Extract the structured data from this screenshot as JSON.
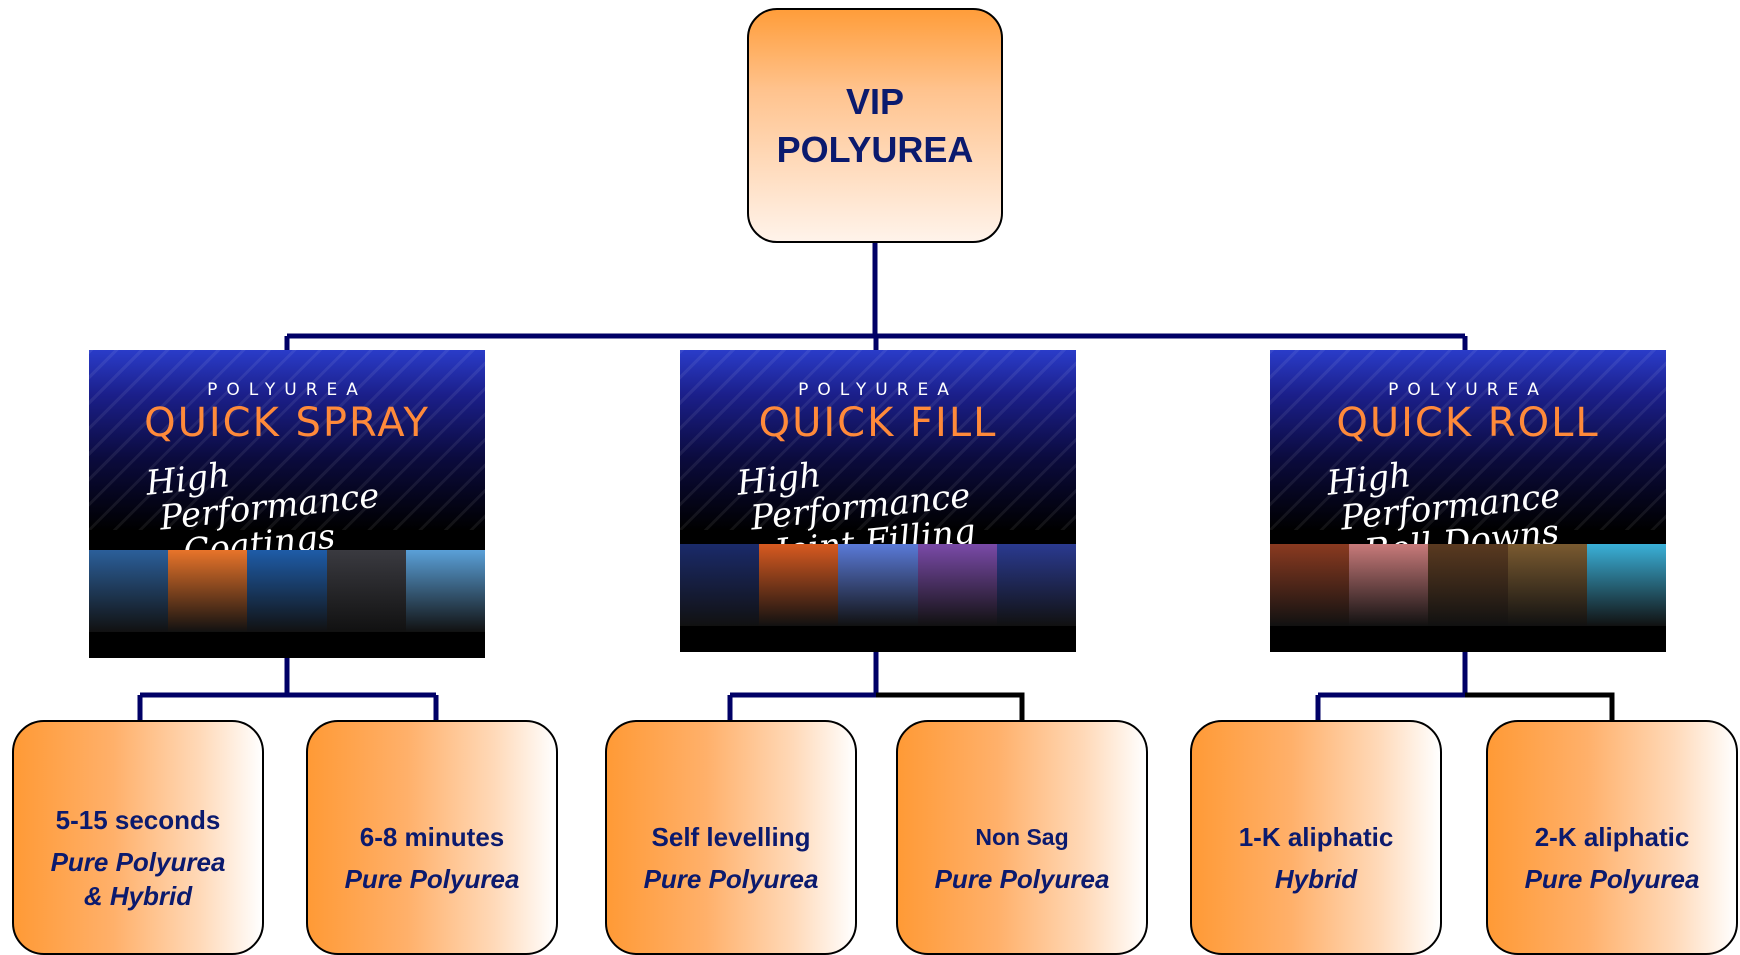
{
  "root": {
    "line1": "VIP",
    "line2": "POLYUREA"
  },
  "products": [
    {
      "kicker": "POLYUREA",
      "name": "QUICK SPRAY",
      "tagline": [
        "High",
        "Performance",
        "Coatings"
      ],
      "photo_colors": [
        "#2b5f9a",
        "#e8742a",
        "#1e5ca8",
        "#3a3a40",
        "#5aa0d8"
      ]
    },
    {
      "kicker": "POLYUREA",
      "name": "QUICK FILL",
      "tagline": [
        "High",
        "Performance",
        "Joint Filling"
      ],
      "photo_colors": [
        "#1a2a6a",
        "#d85a20",
        "#5a7ad8",
        "#7a4aa8",
        "#2a3a90"
      ]
    },
    {
      "kicker": "POLYUREA",
      "name": "QUICK ROLL",
      "tagline": [
        "High",
        "Performance",
        "Roll-Downs"
      ],
      "photo_colors": [
        "#8a3a20",
        "#c87a7a",
        "#5a3a20",
        "#7a5a30",
        "#3ab0d8"
      ]
    }
  ],
  "leaves": [
    {
      "line1": "5-15 seconds",
      "line2": "Pure Polyurea\n& Hybrid"
    },
    {
      "line1": "6-8 minutes",
      "line2": "Pure Polyurea"
    },
    {
      "line1": "Self levelling",
      "line2": "Pure Polyurea"
    },
    {
      "line1": "Non Sag",
      "line2": "Pure Polyurea"
    },
    {
      "line1": "1-K aliphatic",
      "line2": "Hybrid"
    },
    {
      "line1": "2-K aliphatic",
      "line2": "Pure Polyurea"
    }
  ],
  "colors": {
    "connector": "#000066",
    "connector_alt": "#000000",
    "text": "#0b1a6e",
    "accent": "#ff9a36"
  }
}
